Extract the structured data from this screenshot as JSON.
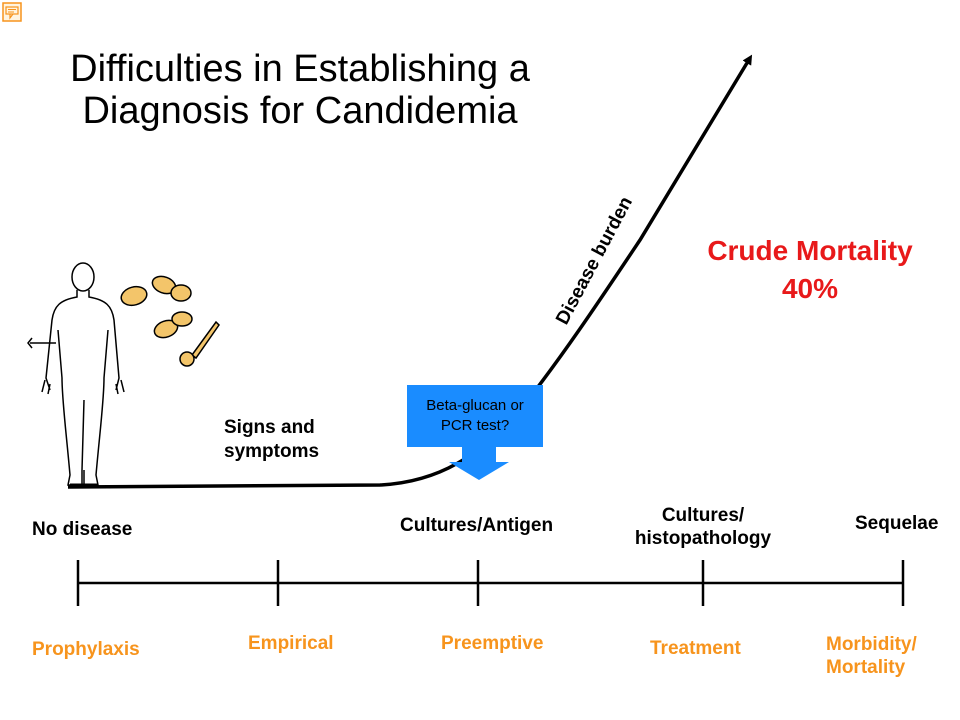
{
  "title_line1": "Difficulties in Establishing a",
  "title_line2": "Diagnosis for Candidemia",
  "mortality": {
    "line1": "Crude Mortality",
    "line2": "40%"
  },
  "curve_label": "Disease burden",
  "signs": {
    "line1": "Signs and",
    "line2": "symptoms"
  },
  "test_box": {
    "line1": "Beta-glucan or",
    "line2": "PCR test?"
  },
  "stages": [
    "No disease",
    "Cultures/Antigen",
    "Cultures/",
    "histopathology",
    "Sequelae"
  ],
  "strategies": [
    "Prophylaxis",
    "Empirical",
    "Preemptive",
    "Treatment",
    "Morbidity/",
    "Mortality"
  ],
  "colors": {
    "mortality": "#e8191a",
    "strategy": "#f7941d",
    "test_box": "#1a8cff",
    "note_icon": "#f7941d"
  },
  "icons": [
    "note-icon",
    "human-figure-icon",
    "yeast-cells-icon"
  ]
}
